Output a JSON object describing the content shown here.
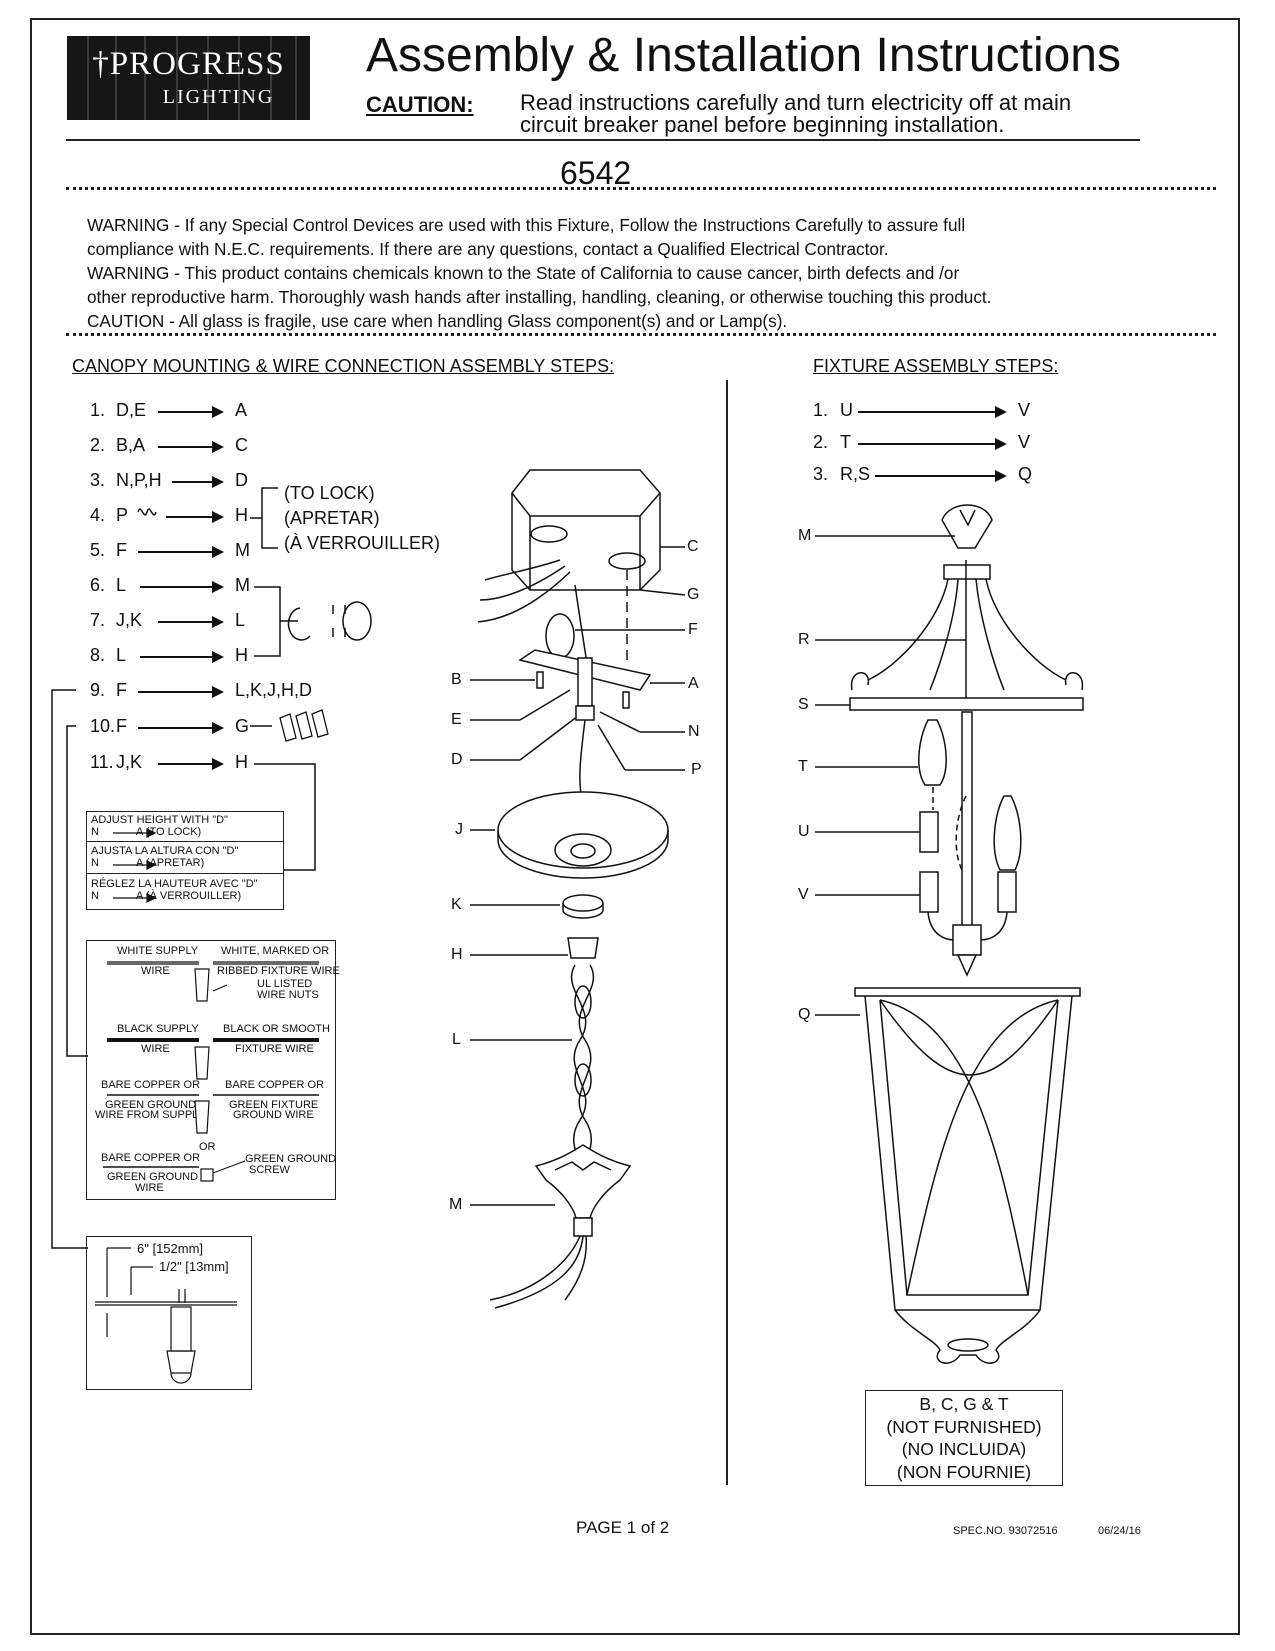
{
  "logo": {
    "line1": "†PROGRESS",
    "line2": "LIGHTING"
  },
  "header": {
    "title": "Assembly & Installation Instructions",
    "caution_label": "CAUTION:",
    "caution_line1": "Read instructions carefully and turn electricity off at main",
    "caution_line2": "circuit breaker panel before beginning installation."
  },
  "model_number": "6542",
  "warnings": [
    "WARNING - If any Special Control Devices are used with this Fixture, Follow the Instructions Carefully to assure full",
    "compliance with N.E.C. requirements. If there are any questions, contact a Qualified Electrical Contractor.",
    "WARNING -  This product contains chemicals known to the State of California to cause cancer, birth defects and /or",
    "other reproductive harm.  Thoroughly wash hands after installing, handling, cleaning, or otherwise touching this product.",
    "CAUTION - All glass is fragile, use care when handling Glass component(s) and or Lamp(s)."
  ],
  "canopy": {
    "heading": "CANOPY MOUNTING & WIRE CONNECTION ASSEMBLY STEPS:",
    "steps": [
      {
        "num": "1.",
        "from": "D,E",
        "to": "A"
      },
      {
        "num": "2.",
        "from": "B,A",
        "to": "C"
      },
      {
        "num": "3.",
        "from": "N,P,H",
        "to": "D"
      },
      {
        "num": "4.",
        "from": "P",
        "to": "H"
      },
      {
        "num": "5.",
        "from": "F",
        "to": "M"
      },
      {
        "num": "6.",
        "from": "L",
        "to": "M"
      },
      {
        "num": "7.",
        "from": "J,K",
        "to": "L"
      },
      {
        "num": "8.",
        "from": "L",
        "to": "H"
      },
      {
        "num": "9.",
        "from": "F",
        "to": "L,K,J,H,D"
      },
      {
        "num": "10.",
        "from": "F",
        "to": "G"
      },
      {
        "num": "11.",
        "from": "J,K",
        "to": "H"
      }
    ],
    "lock_notes": [
      "(TO LOCK)",
      "(APRETAR)",
      "(À VERROUILLER)"
    ]
  },
  "adjust_box": {
    "rows": [
      {
        "line1": "ADJUST HEIGHT WITH \"D\"",
        "n": "N",
        "a": "A (TO LOCK)"
      },
      {
        "line1": "AJUSTA LA ALTURA CON \"D\"",
        "n": "N",
        "a": "A (APRETAR)"
      },
      {
        "line1": "RÉGLEZ LA HAUTEUR AVEC \"D\"",
        "n": "N",
        "a": "A (À VERROUILLER)"
      }
    ]
  },
  "wiring_box": {
    "white_supply": "WHITE SUPPLY",
    "wire1": "WIRE",
    "white_marked": "WHITE, MARKED OR",
    "ribbed": "RIBBED FIXTURE WIRE",
    "ul1": "UL LISTED",
    "ul2": "WIRE NUTS",
    "black_supply": "BLACK SUPPLY",
    "wire2": "WIRE",
    "black_smooth": "BLACK OR SMOOTH",
    "fixture_wire": "FIXTURE WIRE",
    "bare1": "BARE COPPER OR",
    "green1": "GREEN GROUND",
    "from_supply": "WIRE FROM SUPPLY",
    "bare2": "BARE COPPER OR",
    "green_fixture": "GREEN FIXTURE",
    "ground_wire": "GROUND WIRE",
    "or": "OR",
    "bare3": "BARE COPPER OR",
    "green3": "GREEN GROUND",
    "wire3": "WIRE",
    "screw1": "GREEN GROUND",
    "screw2": "SCREW"
  },
  "measure_box": {
    "m1": "6\" [152mm]",
    "m2": "1/2\" [13mm]"
  },
  "diagram_labels": [
    "C",
    "G",
    "F",
    "B",
    "A",
    "E",
    "N",
    "D",
    "P",
    "J",
    "K",
    "H",
    "L",
    "M"
  ],
  "fixture": {
    "heading": "FIXTURE ASSEMBLY STEPS:",
    "steps": [
      {
        "num": "1.",
        "from": "U",
        "to": "V"
      },
      {
        "num": "2.",
        "from": "T",
        "to": "V"
      },
      {
        "num": "3.",
        "from": "R,S",
        "to": "Q"
      }
    ],
    "labels": [
      "M",
      "R",
      "S",
      "T",
      "U",
      "V",
      "Q"
    ]
  },
  "not_furnished": [
    "B, C, G & T",
    "(NOT FURNISHED)",
    "(NO INCLUIDA)",
    "(NON FOURNIE)"
  ],
  "footer": {
    "page": "PAGE 1 of 2",
    "spec": "SPEC.NO.  93072516",
    "date": "06/24/16"
  }
}
